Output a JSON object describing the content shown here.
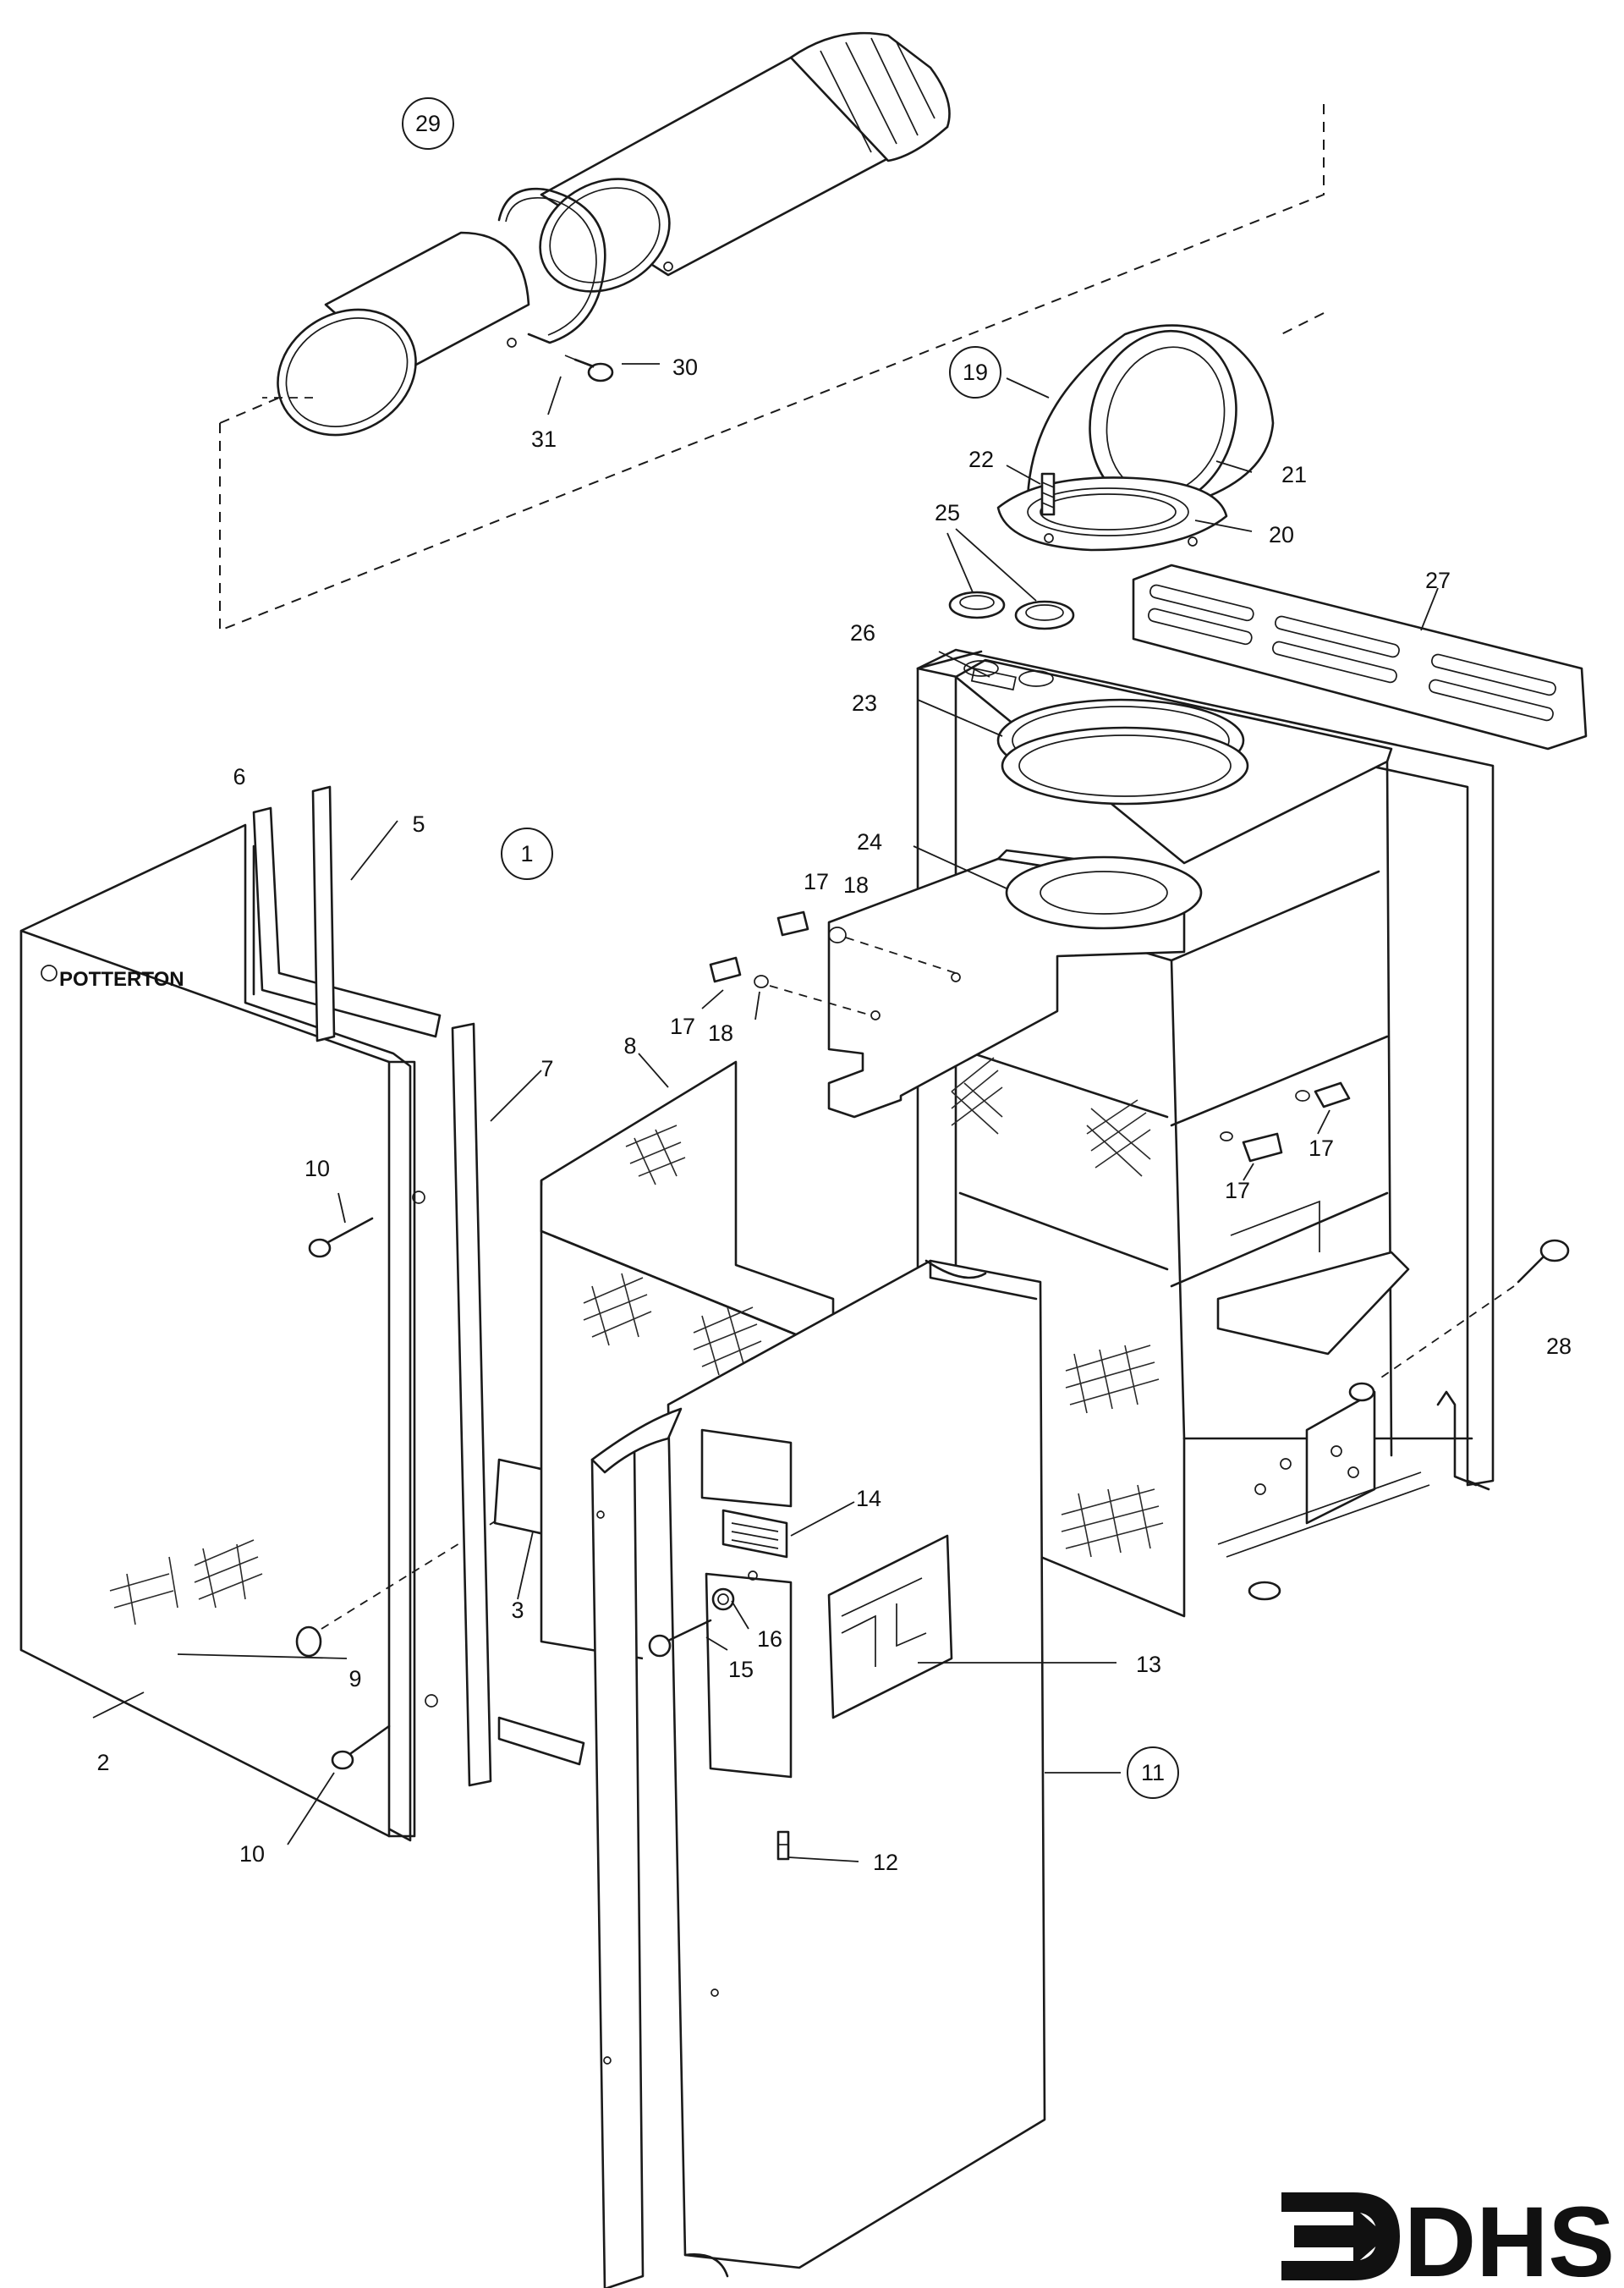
{
  "parts": {
    "p1": "1",
    "p2": "2",
    "p3": "3",
    "p5": "5",
    "p6": "6",
    "p7": "7",
    "p8": "8",
    "p9": "9",
    "p10a": "10",
    "p10b": "10",
    "p11": "11",
    "p12": "12",
    "p13": "13",
    "p14": "14",
    "p15": "15",
    "p16": "16",
    "p17a": "17",
    "p17b": "17",
    "p17c": "17",
    "p17d": "17",
    "p18a": "18",
    "p18b": "18",
    "p19": "19",
    "p20": "20",
    "p21": "21",
    "p22": "22",
    "p23": "23",
    "p24": "24",
    "p25": "25",
    "p26": "26",
    "p27": "27",
    "p28": "28",
    "p29": "29",
    "p30": "30",
    "p31": "31"
  },
  "brand_on_casing": "POTTERTON",
  "logo": {
    "text": "DHS",
    "icon": "dhs-arrow-mark"
  }
}
